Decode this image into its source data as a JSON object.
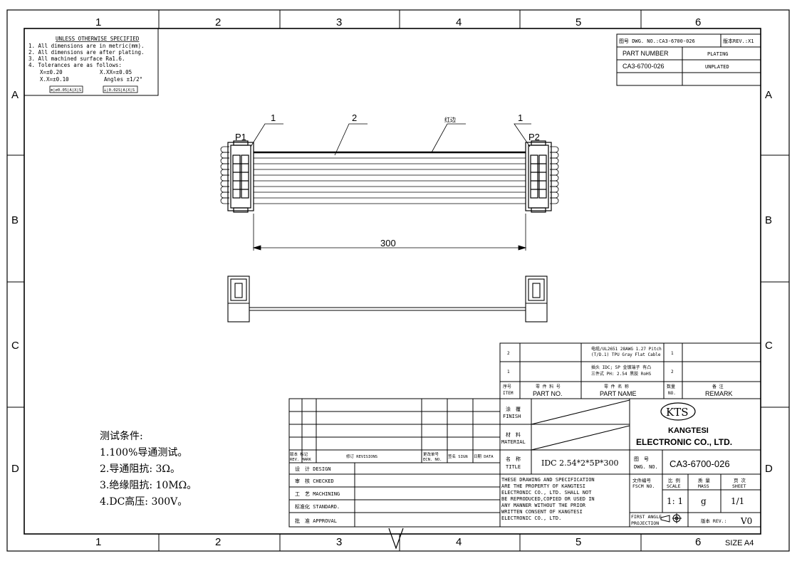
{
  "zones": {
    "cols": [
      "1",
      "2",
      "3",
      "4",
      "5",
      "6"
    ],
    "rows": [
      "A",
      "B",
      "C",
      "D"
    ]
  },
  "notes": {
    "heading": "UNLESS OTHERWISE SPECIFIED",
    "line1": "1. All dimensions are in metric(mm).",
    "line2": "2. All dimensions are after plating.",
    "line3": "3. All machined surface Ra1.6.",
    "line4": "4. Tolerances are as follows:",
    "tol1": "X=±0.20",
    "tol2": "X.XX=±0.05",
    "tol3": "X.X=±0.10",
    "tol4": "Angles ±1/2°",
    "box1": "⊚|⌀0.05|A|X|S",
    "box2": "⊥|0.02S|A|X|S"
  },
  "topright": {
    "dwg_no": "图号 DWG. NO.:CA3-6700-026",
    "rev": "版本REV.:X1",
    "part_number_label": "PART NUMBER",
    "plating_label": "PLATING",
    "part_number": "CA3-6700-026",
    "plating": "UNPLATED"
  },
  "drawing": {
    "callout_1a": "1",
    "callout_2": "2",
    "callout_red": "红边",
    "callout_1b": "1",
    "p1": "P1",
    "p2": "P2",
    "dimension": "300"
  },
  "test": {
    "title": "测试条件:",
    "l1": "1.100%导通测试。",
    "l2": "2.导通阻抗: 3Ω。",
    "l3": "3.绝缘阻抗: 10MΩ。",
    "l4": "4.DC高压: 300V。"
  },
  "bom": {
    "row2_item": "2",
    "row2_name_a": "电缆/UL2651 28AWG 1.27 Pitch",
    "row2_name_b": "(T/D.1) TPU Gray Flat Cable",
    "row2_qty": "1",
    "row1_item": "1",
    "row1_name_a": "插头 IDC; 5P 金镀端子 有凸",
    "row1_name_b": "三件式 PH: 2.54 黑胶 RoHS",
    "row1_qty": "2",
    "h_item_cn": "序号",
    "h_item": "ITEM",
    "h_pn_cn": "零 件 料 号",
    "h_pn": "PART NO.",
    "h_name_cn": "零 件 名 称",
    "h_name": "PART NAME",
    "h_qty_cn": "数量",
    "h_qty": "NO.",
    "h_rem_cn": "备 注",
    "h_rem": "REMARK"
  },
  "revtable": {
    "rev": "版本 标记",
    "rev_en": "REV. MARK",
    "revisions": "修订 REVISIONS",
    "ecn": "更改单号",
    "ecn_en": "ECN. NO.",
    "sign": "签名 SIGN",
    "date": "日期 DATA",
    "design": "设　计 DESIGN",
    "checked": "审　核 CHECKED",
    "machining": "工　艺 MACHINING",
    "standard": "标准化 STANDARD.",
    "approval": "批　准 APPROVAL"
  },
  "title_block": {
    "finish_cn": "涂　覆",
    "finish": "FINISH",
    "material_cn": "材　料",
    "material": "MATERIAL",
    "title_cn": "名　称",
    "title": "TITLE",
    "title_value": "IDC 2.54*2*5P*300",
    "logo": "KTS",
    "company1": "KANGTESI",
    "company2": "ELECTRONIC CO., LTD.",
    "dwg_cn": "图　号",
    "dwg": "DWG. NO.",
    "dwg_value": "CA3-6700-026",
    "prop1": "THESE DRAWING AND SPECIFICATION",
    "prop2": "ARE THE PROPERTY OF KANGTESI",
    "prop3": "ELECTRONIC CO., LTD. SHALL NOT",
    "prop4": "BE REPRODUCED,COPIED OR USED IN",
    "prop5": "ANY MANNER WITHOUT THE PRIOR",
    "prop6": "WRITTEN CONSENT OF KANGTESI",
    "prop7": "ELECTRONIC CO., LTD.",
    "fscm_cn": "文件编号",
    "fscm": "FSCM NO.",
    "scale_cn": "比 例",
    "scale": "SCALE",
    "mass_cn": "质 量",
    "mass": "MASS",
    "sheet_cn": "页 次",
    "sheet": "SHEET",
    "scale_value": "1: 1",
    "mass_value": "g",
    "sheet_value": "1/1",
    "first_angle": "FIRST ANGLE",
    "projection": "PROJECTION",
    "rev_label": "版本 REV.:",
    "rev_value": "V0",
    "size": "SIZE A4"
  }
}
